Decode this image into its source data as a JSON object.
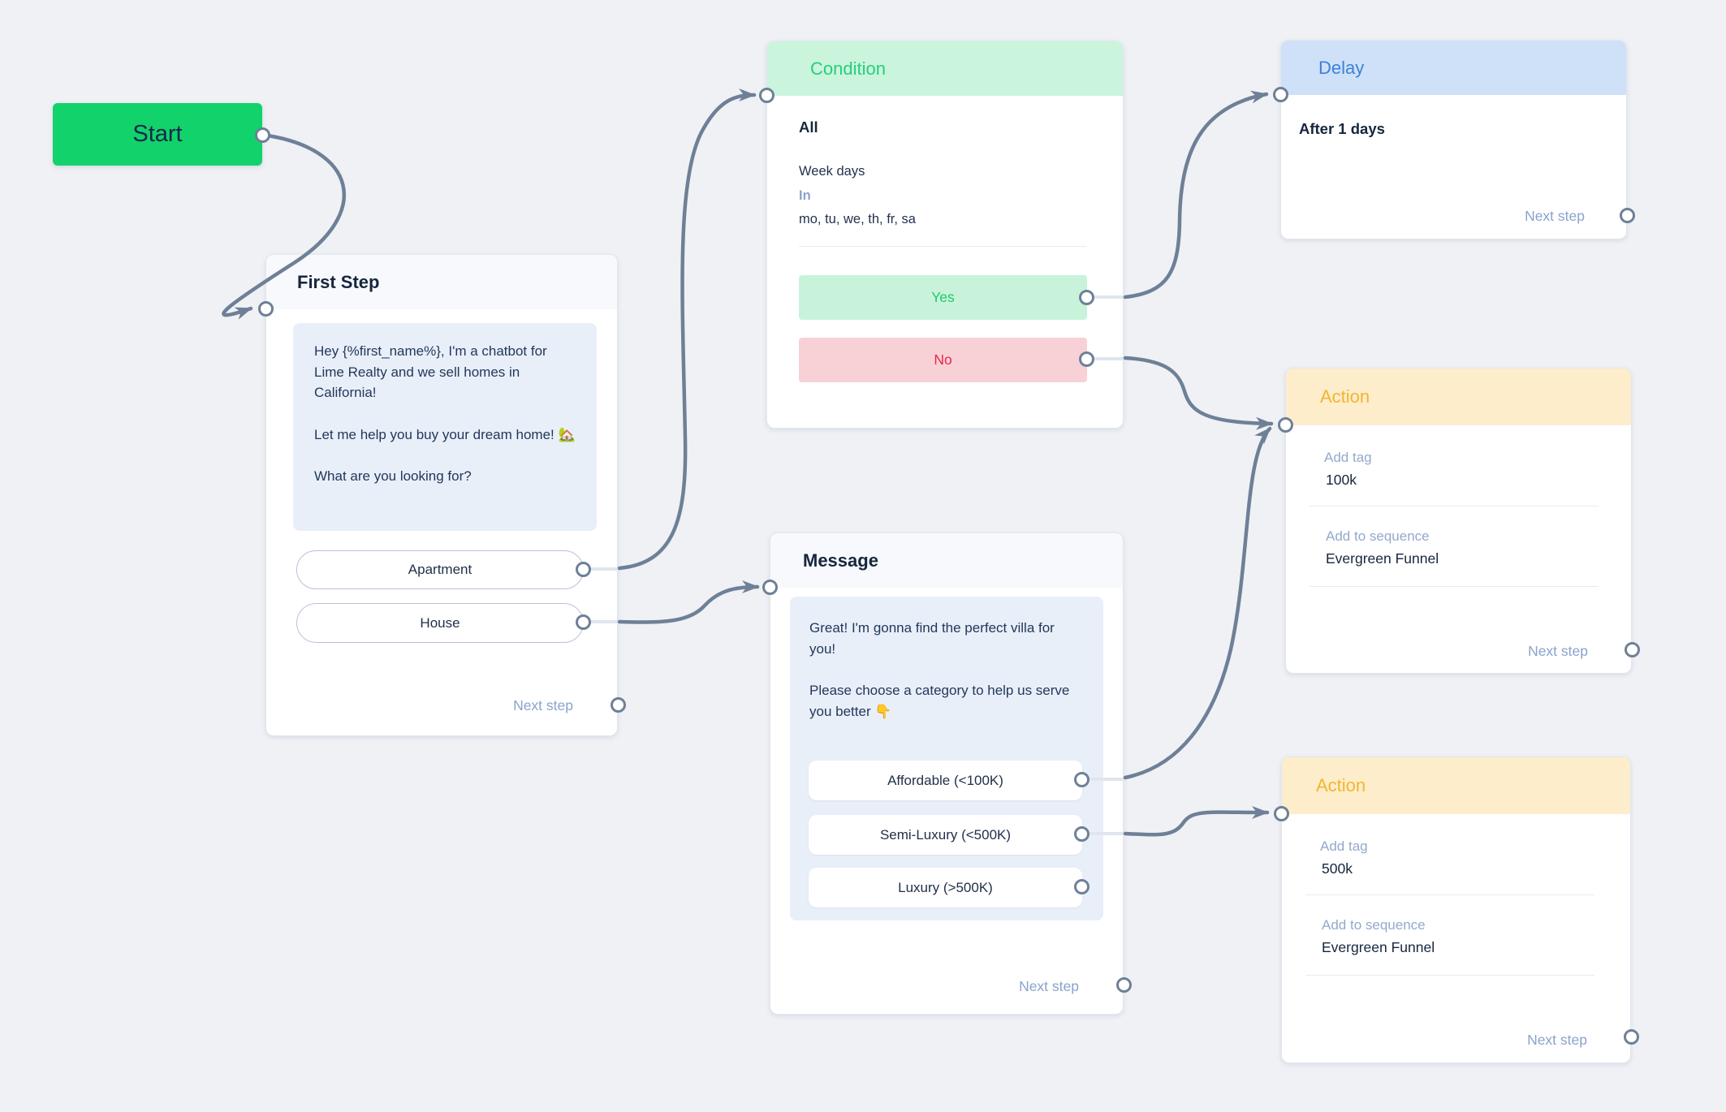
{
  "ui": {
    "next_step_label": "Next step"
  },
  "colors": {
    "background": "#eff1f5",
    "connector": "#6e8097",
    "start_green": "#12d26b",
    "condition_header_bg": "#cbf4dd",
    "condition_title": "#25cf7c",
    "delay_header_bg": "#cfe1f8",
    "delay_title": "#3c80d8",
    "action_header_bg": "#fdedcb",
    "action_title": "#f3b52f",
    "yes_bg": "#c8f3da",
    "yes_text": "#1fca6e",
    "no_bg": "#f8d1d7",
    "no_text": "#e8274e",
    "bubble_bg": "#e9eff9",
    "muted_label": "#8aa3cc",
    "text_dark": "#16263d"
  },
  "nodes": {
    "start": {
      "label": "Start"
    },
    "first_step": {
      "title": "First Step",
      "paragraphs": [
        "Hey {%first_name%}, I'm a chatbot for Lime Realty and we sell homes in California!",
        "Let me help you buy your dream home! 🏡",
        "What are you looking for?"
      ],
      "buttons": [
        "Apartment",
        "House"
      ]
    },
    "condition": {
      "title": "Condition",
      "match_type": "All",
      "field": "Week days",
      "operator": "In",
      "value": "mo, tu, we, th, fr, sa",
      "yes_label": "Yes",
      "no_label": "No"
    },
    "delay": {
      "title": "Delay",
      "body": "After 1 days"
    },
    "message": {
      "title": "Message",
      "paragraphs": [
        "Great! I'm gonna find the perfect villa for you!",
        "Please choose a category to help us serve you better 👇"
      ],
      "buttons": [
        "Affordable (<100K)",
        "Semi-Luxury (<500K)",
        "Luxury (>500K)"
      ]
    },
    "action_100k": {
      "title": "Action",
      "items": [
        {
          "label": "Add tag",
          "value": "100k"
        },
        {
          "label": "Add to sequence",
          "value": "Evergreen Funnel"
        }
      ]
    },
    "action_500k": {
      "title": "Action",
      "items": [
        {
          "label": "Add tag",
          "value": "500k"
        },
        {
          "label": "Add to sequence",
          "value": "Evergreen Funnel"
        }
      ]
    }
  }
}
